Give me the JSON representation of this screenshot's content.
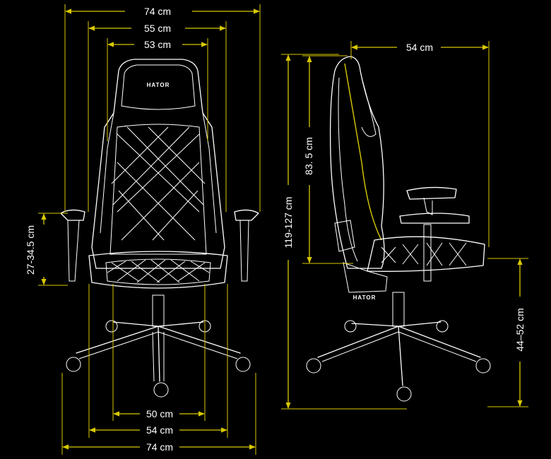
{
  "brand": {
    "front_logo": "HATOR",
    "side_logo": "HATOR"
  },
  "colors": {
    "background": "#000000",
    "dimension_line": "#d8c800",
    "drawing_line": "#ffffff"
  },
  "dimensions": {
    "front_top_outer": "74 cm",
    "front_top_middle": "55 cm",
    "front_top_inner": "53 cm",
    "armrest_height": "27-34.5 cm",
    "front_bottom_inner": "50 cm",
    "front_bottom_middle": "54 cm",
    "front_bottom_outer": "74 cm",
    "side_depth": "54 cm",
    "backrest_height": "83. 5 cm",
    "total_height": "119-127 cm",
    "seat_height": "44–52 cm"
  }
}
